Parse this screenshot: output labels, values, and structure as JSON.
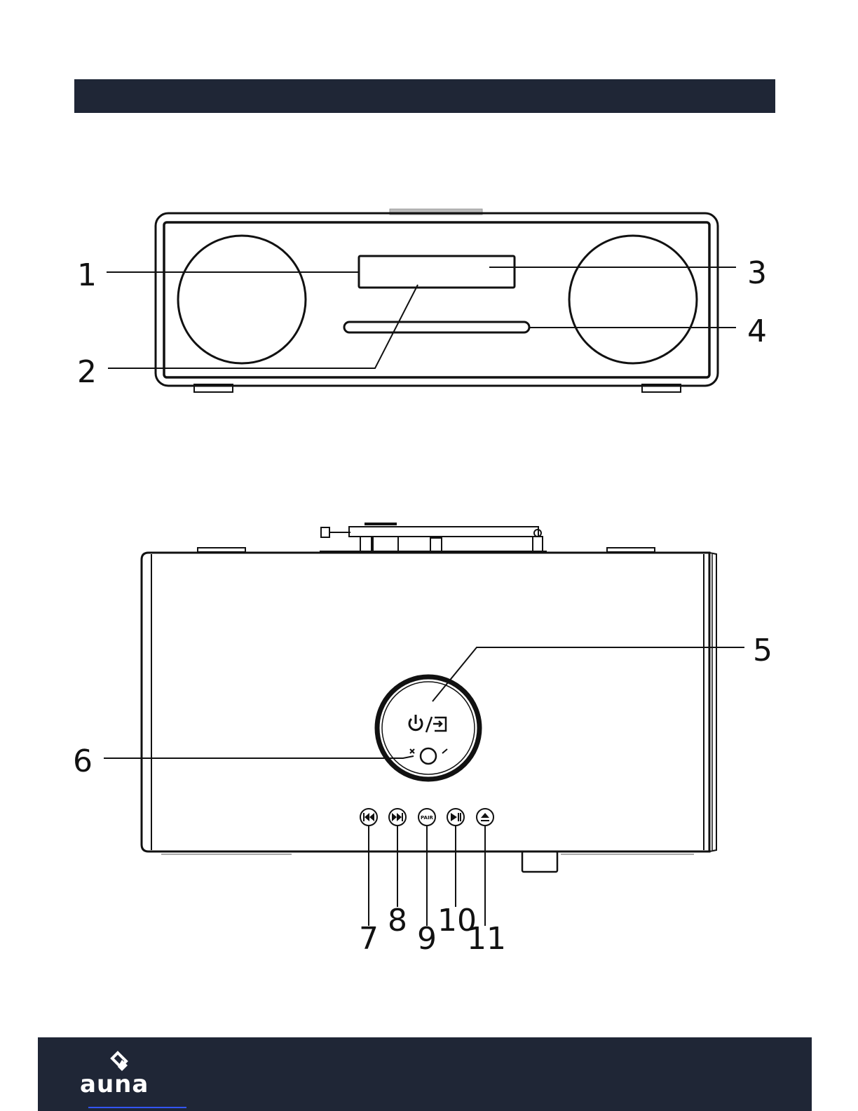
{
  "colors": {
    "bar": "#1f2636",
    "line": "#111111",
    "logo_text": "#ffffff",
    "link_underline": "#3355ff"
  },
  "front_view": {
    "callouts": [
      "1",
      "2",
      "3",
      "4"
    ]
  },
  "top_view": {
    "callouts": [
      "5",
      "6",
      "7",
      "8",
      "9",
      "10",
      "11"
    ],
    "knob_icon": "power-input-icon",
    "buttons": [
      {
        "icon": "skip-previous-icon"
      },
      {
        "icon": "skip-next-icon"
      },
      {
        "icon": "pair-icon",
        "label": "PAIR"
      },
      {
        "icon": "play-pause-icon"
      },
      {
        "icon": "eject-icon"
      }
    ]
  },
  "footer": {
    "logo_text": "auna"
  }
}
